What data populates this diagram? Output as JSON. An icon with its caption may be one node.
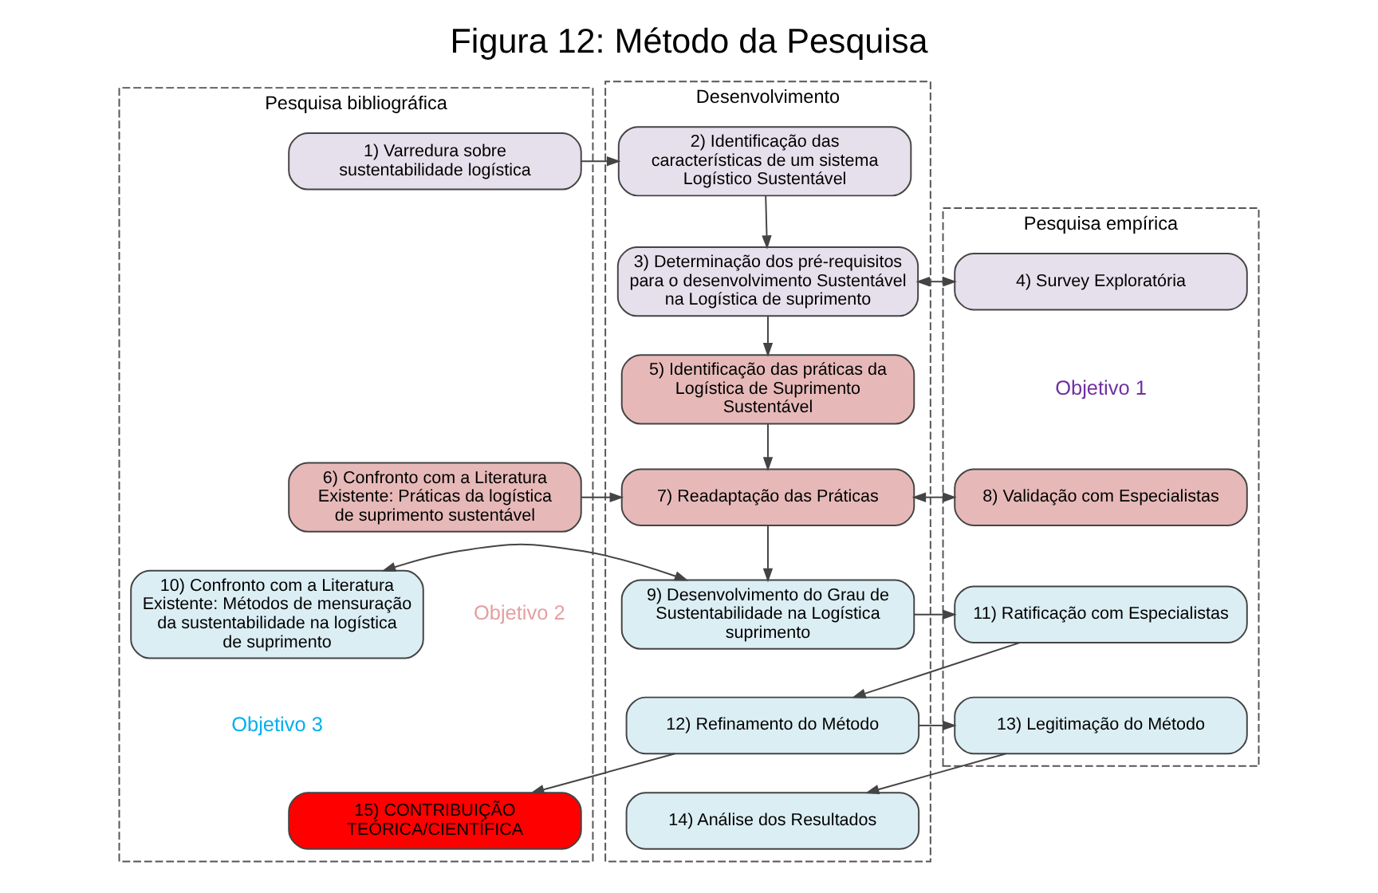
{
  "diagram": {
    "title": "Figura 12: Método da Pesquisa",
    "nodes": [
      {
        "text": [
          "Pesquisa bibliográfica"
        ]
      },
      {
        "text": [
          "Desenvolvimento"
        ]
      },
      {
        "text": [
          "Pesquisa empírica"
        ]
      },
      {
        "text": [
          "1) Varredura sobre sustentabilidade logística"
        ],
        "in": 0
      },
      {
        "text": [
          "2) Identificação das características de um sistema Logístico Sustentável"
        ],
        "in": 1
      },
      {
        "text": [
          "3) Determinação dos pré-requisitos para o desenvolvimento Sustentável na Logística de suprimento"
        ],
        "in": 1
      },
      {
        "text": [
          "4) Survey Exploratória"
        ],
        "in": 2
      },
      {
        "text": [
          "5) Identificação das práticas da Logística de Suprimento Sustentável"
        ],
        "in": 1
      },
      {
        "text": [
          "6) Confronto com a Literatura Existente: Práticas da logística de suprimento sustentável"
        ],
        "in": 0
      },
      {
        "text": [
          "7) Readaptação das Práticas"
        ],
        "in": 1
      },
      {
        "text": [
          "8) Validação com Especialistas"
        ],
        "in": 2
      },
      {
        "text": [
          "10) Confronto com a Literatura Existente: Métodos de mensuração da sustentabilidade na logística de suprimento"
        ],
        "in": 0
      },
      {
        "text": [
          "9) Desenvolvimento do Grau de Sustentabilidade na Logística suprimento"
        ],
        "in": 1
      },
      {
        "text": [
          "11) Ratificação com Especialistas"
        ],
        "in": 2
      },
      {
        "text": [
          "12) Refinamento do Método"
        ],
        "in": 1
      },
      {
        "text": [
          "13) Legitimação do Método"
        ],
        "in": 2
      },
      {
        "text": [
          "15) CONTRIBUIÇÃO TEÓRICA/CIENTÍFICA"
        ],
        "in": 0
      },
      {
        "text": [
          "14) Análise dos Resultados"
        ],
        "in": 1
      }
    ],
    "edges": [
      {
        "from": 3,
        "to": 4,
        "arrow": "to"
      },
      {
        "from": 4,
        "to": 5,
        "arrow": "to"
      },
      {
        "from": 5,
        "to": 6,
        "arrow": "both"
      },
      {
        "from": 5,
        "to": 7,
        "arrow": "to"
      },
      {
        "from": 7,
        "to": 9,
        "arrow": "to"
      },
      {
        "from": 8,
        "to": 9,
        "arrow": "to"
      },
      {
        "from": 9,
        "to": 10,
        "arrow": "both"
      },
      {
        "from": 9,
        "to": 12,
        "arrow": "to"
      },
      {
        "from": 12,
        "to": 11,
        "arrow": "both"
      },
      {
        "from": 12,
        "to": 13,
        "arrow": "to"
      },
      {
        "from": 13,
        "to": 14,
        "arrow": "to"
      },
      {
        "from": 14,
        "to": 15,
        "arrow": "to"
      },
      {
        "from": 14,
        "to": 16,
        "arrow": "to"
      },
      {
        "from": 15,
        "to": 17,
        "arrow": "to"
      }
    ],
    "labels": [
      "Objetivo 1",
      "Objetivo 2",
      "Objetivo 3"
    ]
  }
}
